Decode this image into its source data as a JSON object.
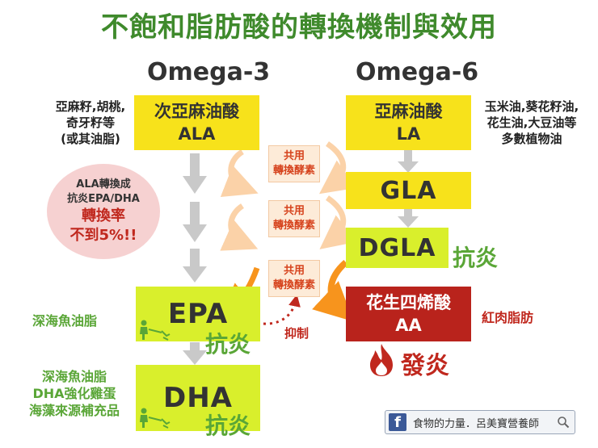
{
  "title": "不飽和脂肪酸的轉換機制與效用",
  "omega3": {
    "header": "Omega-3",
    "ala": {
      "name": "次亞麻油酸",
      "abbr": "ALA"
    },
    "ala_sources": [
      "亞麻籽,胡桃,",
      "奇牙籽等",
      "(或其油脂)"
    ],
    "epa": "EPA",
    "epa_effect": "抗炎",
    "epa_source": "深海魚油脂",
    "dha": "DHA",
    "dha_effect": "抗炎",
    "dha_sources": [
      "深海魚油脂",
      "DHA強化雞蛋",
      "海藻來源補充品"
    ]
  },
  "omega6": {
    "header": "Omega-6",
    "la": {
      "name": "亞麻油酸",
      "abbr": "LA"
    },
    "la_sources": [
      "玉米油,葵花籽油,",
      "花生油,大豆油等",
      "多數植物油"
    ],
    "gla": "GLA",
    "dgla": "DGLA",
    "dgla_effect": "抗炎",
    "aa": {
      "name": "花生四烯酸",
      "abbr": "AA"
    },
    "aa_source": "紅肉脂肪",
    "aa_effect": "發炎"
  },
  "enzyme": [
    "共用",
    "轉換酵素"
  ],
  "conversion_bubble": [
    "ALA轉換成",
    "抗炎EPA/DHA",
    "轉換率",
    "不到5%!!"
  ],
  "inhibit": "抑制",
  "footer": "食物的力量．呂美寶營養師",
  "colors": {
    "title_green": "#3f8a2c",
    "yellow": "#f7e21b",
    "lime": "#d9ef2c",
    "red": "#b9231c",
    "orange": "#f7941d",
    "effect_green": "#5aa637"
  }
}
